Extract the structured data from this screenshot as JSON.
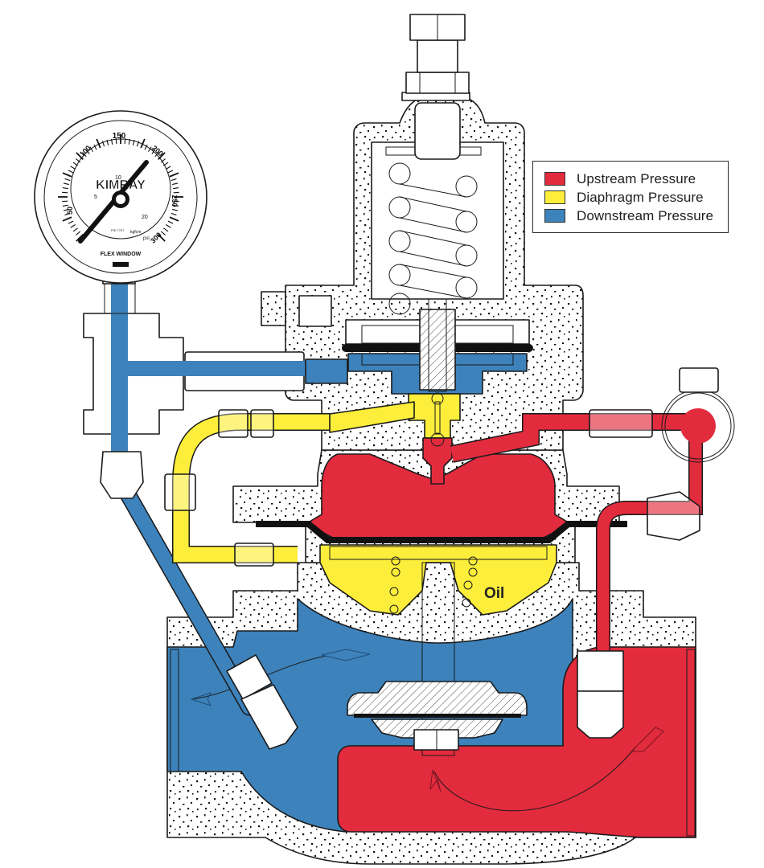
{
  "diagram": {
    "subject": "Pilot-operated pressure reducing valve cutaway",
    "colors": {
      "upstream": "#e32b3e",
      "diaphragm": "#fcee3b",
      "downstream": "#3d82bb",
      "body_stipple": "#ffffff",
      "outline": "#1a1a1a"
    }
  },
  "legend": {
    "items": [
      {
        "label": "Upstream Pressure",
        "color": "#e32b3e"
      },
      {
        "label": "Diaphragm Pressure",
        "color": "#fcee3b"
      },
      {
        "label": "Downstream Pressure",
        "color": "#3d82bb"
      }
    ]
  },
  "labels": {
    "oil": "Oil"
  },
  "gauge": {
    "brand": "KIMRAY",
    "outer_scale": [
      "50",
      "100",
      "150",
      "200",
      "250",
      "300"
    ],
    "inner_scale": [
      "5",
      "10",
      "20"
    ],
    "unit_psi": "psi",
    "unit_kgfcm": "kgfcm",
    "part_no": "PSI 7707",
    "window_text": "FLEX WINDOW"
  }
}
